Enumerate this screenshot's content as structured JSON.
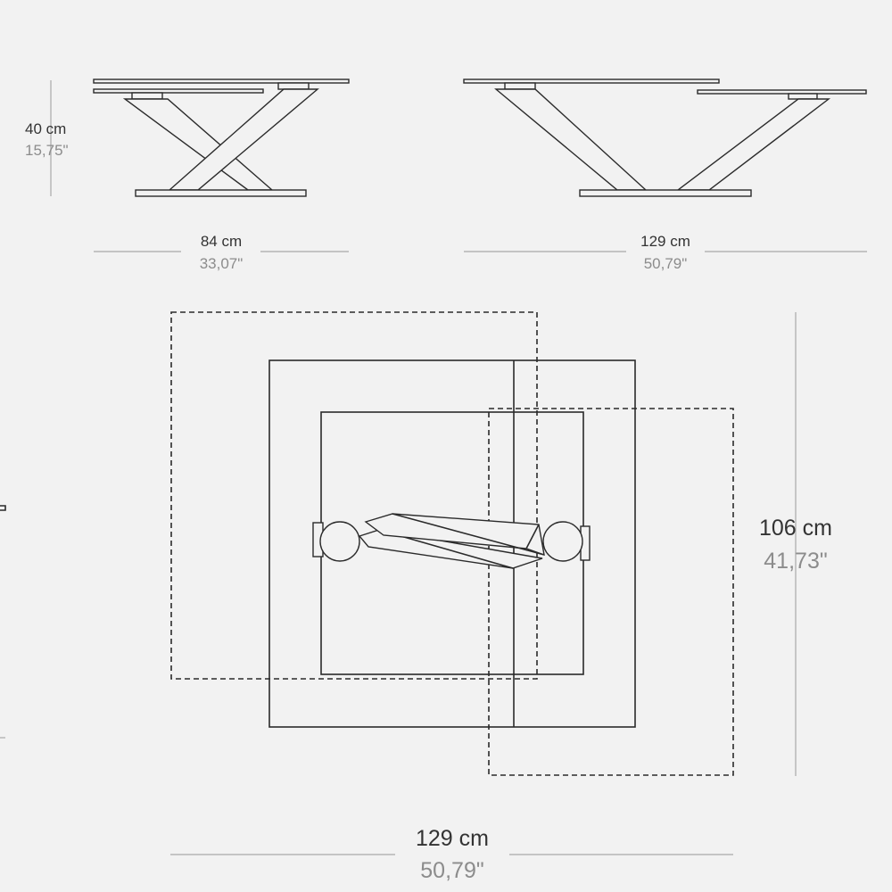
{
  "dimensions": {
    "height_small": {
      "cm": "40 cm",
      "inch": "15,75\""
    },
    "width_closed": {
      "cm": "84 cm",
      "inch": "33,07\""
    },
    "width_extended": {
      "cm": "129 cm",
      "inch": "50,79\""
    },
    "plan_depth": {
      "cm": "106 cm",
      "inch": "41,73\""
    },
    "plan_width": {
      "cm": "129 cm",
      "inch": "50,79\""
    }
  },
  "colors": {
    "background": "#f2f2f2",
    "line": "#2b2b2b",
    "dimension_line": "#b4b4b4",
    "text_metric": "#333333",
    "text_imperial": "#8c8c8c"
  }
}
